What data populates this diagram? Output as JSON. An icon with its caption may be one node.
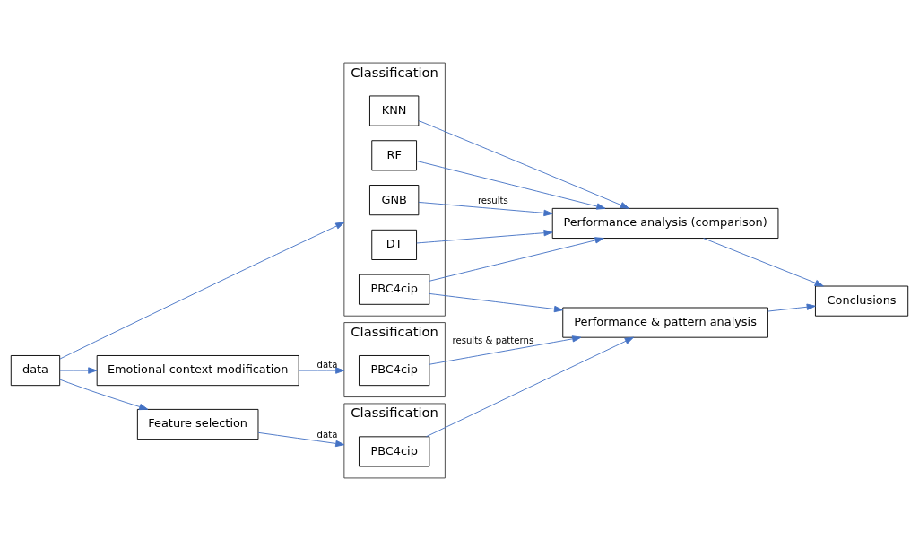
{
  "diagram": {
    "nodes": [
      {
        "text": [
          "data"
        ]
      },
      {
        "text": [
          "Classification"
        ]
      },
      {
        "text": [
          "KNN"
        ],
        "in": 1
      },
      {
        "text": [
          "RF"
        ],
        "in": 1
      },
      {
        "text": [
          "GNB"
        ],
        "in": 1
      },
      {
        "text": [
          "DT"
        ],
        "in": 1
      },
      {
        "text": [
          "PBC4cip"
        ],
        "in": 1
      },
      {
        "text": [
          "Performance analysis (comparison)"
        ]
      },
      {
        "text": [
          "Conclusions"
        ]
      },
      {
        "text": [
          "Emotional context modification"
        ]
      },
      {
        "text": [
          "Classification"
        ]
      },
      {
        "text": [
          "PBC4cip"
        ],
        "in": 10
      },
      {
        "text": [
          "Performance & pattern analysis"
        ]
      },
      {
        "text": [
          "Feature selection"
        ]
      },
      {
        "text": [
          "Classification"
        ]
      },
      {
        "text": [
          "PBC4cip"
        ],
        "in": 14
      }
    ],
    "edges": [
      {
        "from": 0,
        "to": 1,
        "arrow": "to"
      },
      {
        "from": 0,
        "to": 9,
        "arrow": "to"
      },
      {
        "from": 0,
        "to": 13,
        "arrow": "to"
      },
      {
        "from": 2,
        "to": 7,
        "arrow": "to"
      },
      {
        "from": 3,
        "to": 7,
        "arrow": "to"
      },
      {
        "from": 4,
        "to": 7,
        "arrow": "to",
        "label": "results"
      },
      {
        "from": 5,
        "to": 7,
        "arrow": "to"
      },
      {
        "from": 6,
        "to": 7,
        "arrow": "to"
      },
      {
        "from": 7,
        "to": 8,
        "arrow": "to"
      },
      {
        "from": 9,
        "to": 10,
        "arrow": "to",
        "label": "data"
      },
      {
        "from": 13,
        "to": 14,
        "arrow": "to",
        "label": "data"
      },
      {
        "from": 6,
        "to": 12,
        "arrow": "to"
      },
      {
        "from": 11,
        "to": 12,
        "arrow": "to",
        "label": "results & patterns"
      },
      {
        "from": 15,
        "to": 12,
        "arrow": "to"
      },
      {
        "from": 12,
        "to": 8,
        "arrow": "to"
      }
    ]
  }
}
